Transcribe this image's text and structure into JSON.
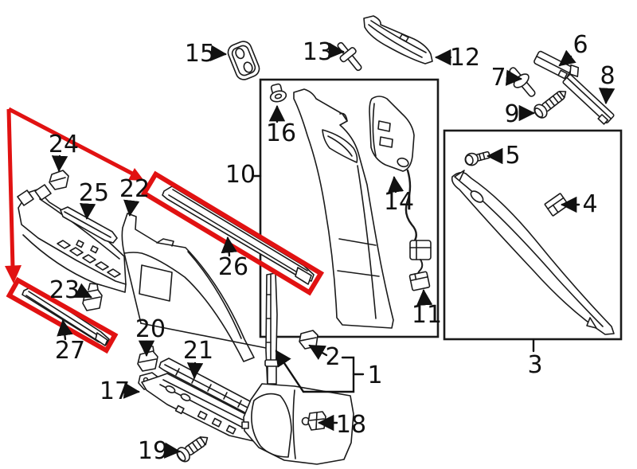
{
  "diagram": {
    "type": "exploded-parts-diagram",
    "background_color": "#ffffff",
    "line_color": "#1a1a1a",
    "highlight_color": "#e11212",
    "highlighted_callouts": [
      "26",
      "27"
    ],
    "callouts": [
      {
        "number": "1",
        "highlighted": false
      },
      {
        "number": "2",
        "highlighted": false
      },
      {
        "number": "3",
        "highlighted": false
      },
      {
        "number": "4",
        "highlighted": false
      },
      {
        "number": "5",
        "highlighted": false
      },
      {
        "number": "6",
        "highlighted": false
      },
      {
        "number": "7",
        "highlighted": false
      },
      {
        "number": "8",
        "highlighted": false
      },
      {
        "number": "9",
        "highlighted": false
      },
      {
        "number": "10",
        "highlighted": false
      },
      {
        "number": "11",
        "highlighted": false
      },
      {
        "number": "12",
        "highlighted": false
      },
      {
        "number": "13",
        "highlighted": false
      },
      {
        "number": "14",
        "highlighted": false
      },
      {
        "number": "15",
        "highlighted": false
      },
      {
        "number": "16",
        "highlighted": false
      },
      {
        "number": "17",
        "highlighted": false
      },
      {
        "number": "18",
        "highlighted": false
      },
      {
        "number": "19",
        "highlighted": false
      },
      {
        "number": "20",
        "highlighted": false
      },
      {
        "number": "21",
        "highlighted": false
      },
      {
        "number": "22",
        "highlighted": false
      },
      {
        "number": "23",
        "highlighted": false
      },
      {
        "number": "24",
        "highlighted": false
      },
      {
        "number": "25",
        "highlighted": false
      },
      {
        "number": "26",
        "highlighted": true
      },
      {
        "number": "27",
        "highlighted": true
      }
    ]
  }
}
